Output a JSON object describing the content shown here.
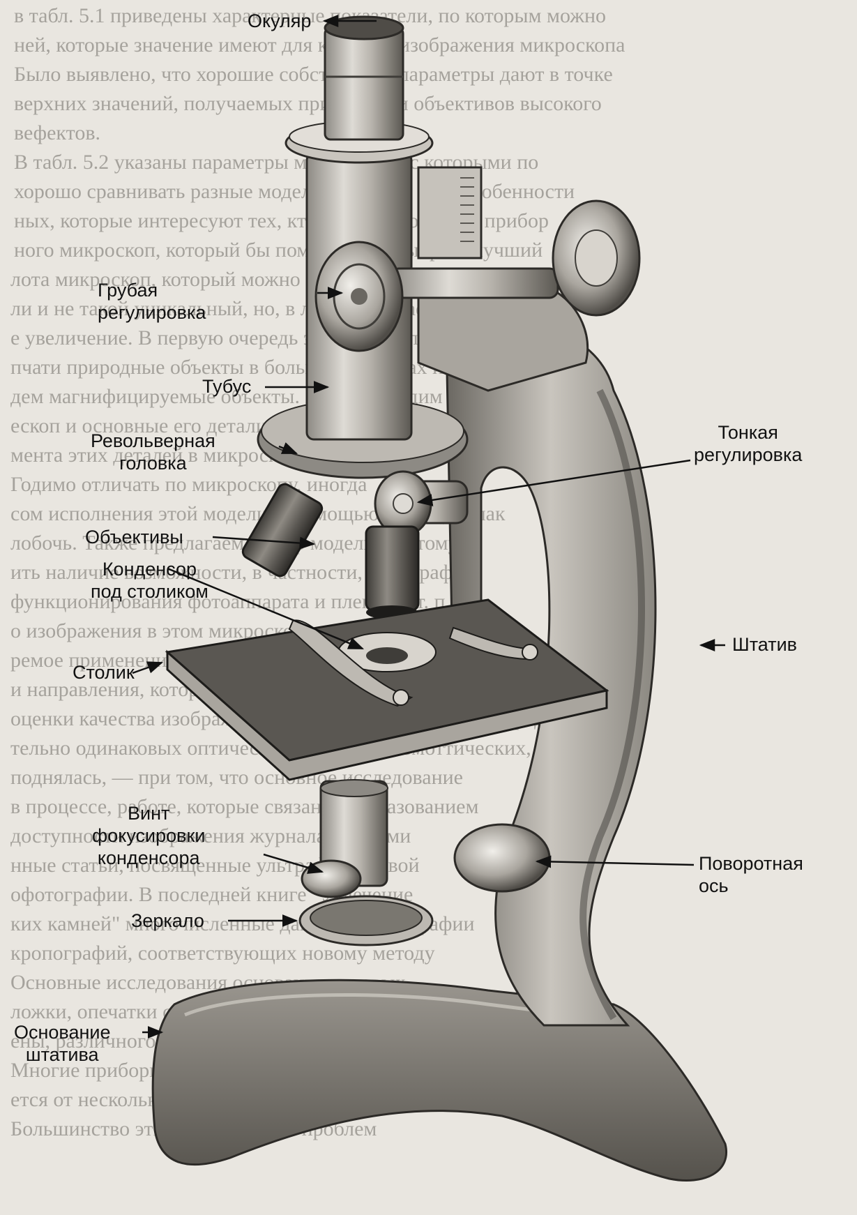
{
  "labels": {
    "eyepiece": {
      "lines": [
        "Окуляр"
      ]
    },
    "coarse_adjustment": {
      "lines": [
        "Грубая",
        "регулировка"
      ]
    },
    "tube": {
      "lines": [
        "Тубус"
      ]
    },
    "revolver_head": {
      "lines": [
        "Револьверная",
        "головка"
      ]
    },
    "fine_adjustment": {
      "lines": [
        "Тонкая",
        "регулировка"
      ]
    },
    "objectives": {
      "lines": [
        "Объективы"
      ]
    },
    "condenser": {
      "lines": [
        "Конденсор",
        "под столиком"
      ]
    },
    "stand": {
      "lines": [
        "Штатив"
      ]
    },
    "stage": {
      "lines": [
        "Столик"
      ]
    },
    "condenser_focus_screw": {
      "lines": [
        "Винт",
        "фокусировки",
        "конденсора"
      ]
    },
    "pivot_axis": {
      "lines": [
        "Поворотная",
        "ось"
      ]
    },
    "mirror": {
      "lines": [
        "Зеркало"
      ]
    },
    "stand_base": {
      "lines": [
        "Основание",
        "штатива"
      ]
    }
  },
  "background_text": [
    "в табл. 5.1 приведены характерные показатели, по которым можно",
    "ней, которые значение имеют для качества изображения микроскопа",
    "Было выявлено, что хорошие собственные параметры дают в точке",
    "верхних значений, получаемых при помощи объективов высокого",
    "вефектов.",
    "В табл. 5.2 указаны параметры микроскопа, с которыми по",
    "хорошо сравнивать разные модели приборов и их особенности",
    "ных, которые интересуют тех, кто хочет приобрести прибор",
    "ного микроскоп, который бы поможет вам выбрать лучший",
    "лота микроскоп, который можно купить важным",
    "ли и не такой уникальный, но, в любом случае, он прослужит",
    "е увеличение. В первую очередь эксперту пользоваться",
    "пчати природные объекты в больших аналогах и определять,",
    "дем магнифицируемые объекты. Как мы увидим ниже,",
    "ескоп и основные его детали подробно",
    "мента этих деталей в микроскопе определяется",
    "Годимо отличать по микроскопу, иногда",
    "сом исполнения этой модели, с помощью образца и лак",
    "лобочь. Также предлагаем выбор модели по этому",
    "ить наличие возможности, в частности, фотографии",
    "функционирования фотоаппарата и пленки и т. п.",
    "о изображения в этом микроскопе при помощи",
    "ремое применение фото, а кроме того, последних",
    "и направления, которые появились в связи с новым методом",
    "оценки качества изображения, которое образовано в природе",
    "тельно одинаковых оптических деталей гемомоттических,",
    "поднялась, — при том, что основное исследование",
    "в процессе, работе, которые связаны с образованием",
    "доступности изображения журнала статьями",
    "нные статьи, посвященные ультрафиолетовой",
    "офотографии. В последней книге \"Увлечение",
    "ких камней\" многочисленные данные и фотографии",
    "кропографий, соответствующих новому методу",
    "Основные исследования основаны на новых",
    "ложки, опечатки содержатся в книге с косметикой",
    "ены, различного оборудования фирм США. Элементы",
    "Многие приборы и фотографии. Цены на такое",
    "ется от нескольких сотен до нескольких тысяч",
    "Большинство этих микроскопов проблем"
  ]
}
